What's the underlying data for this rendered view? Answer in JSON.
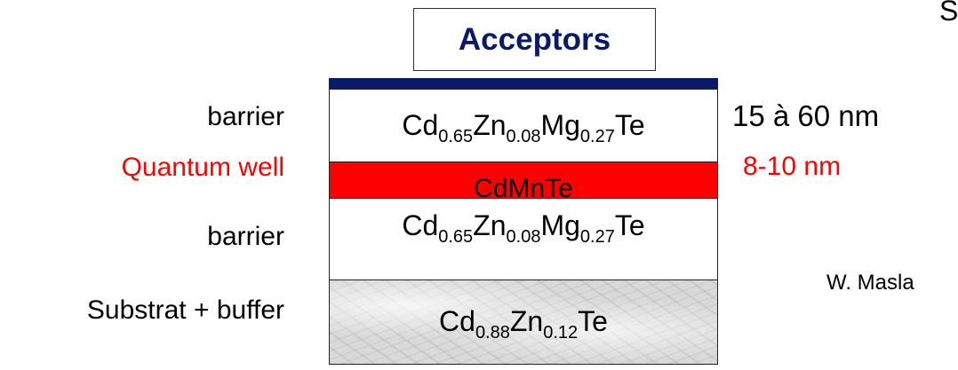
{
  "acceptors_label": "Acceptors",
  "partial_top_right": "S",
  "layers": [
    {
      "name": "barrier",
      "formula": {
        "el1": "Cd",
        "sub1": "0.65",
        "el2": "Zn",
        "sub2": "0.08",
        "el3": "Mg",
        "sub3": "0.27",
        "el4": "Te"
      },
      "thickness": "15 à 60 nm"
    },
    {
      "name": "Quantum well",
      "formula_text": "CdMnTe",
      "thickness": "8-10 nm"
    },
    {
      "name": "barrier",
      "formula": {
        "el1": "Cd",
        "sub1": "0.65",
        "el2": "Zn",
        "sub2": "0.08",
        "el3": "Mg",
        "sub3": "0.27",
        "el4": "Te"
      }
    },
    {
      "name": "Substrat + buffer",
      "formula": {
        "el1": "Cd",
        "sub1": "0.88",
        "el2": "Zn",
        "sub2": "0.12",
        "el4": "Te"
      }
    }
  ],
  "attribution_partial": "W. Masla",
  "colors": {
    "quantum_well_fill": "#ff0000",
    "quantum_well_text": "#ff0000",
    "top_bar": "#0a1a6b",
    "substrate": "#d9d9d9"
  }
}
